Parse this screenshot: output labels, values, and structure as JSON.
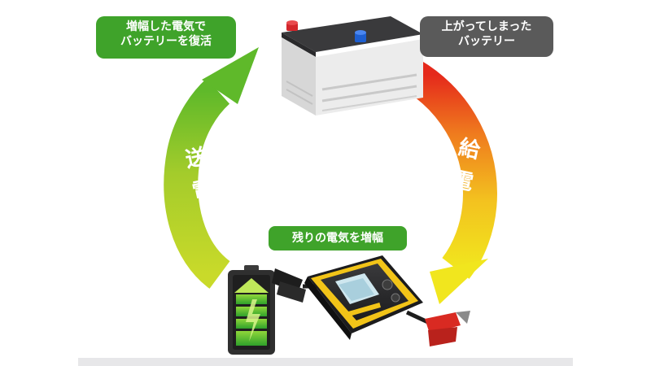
{
  "labels": {
    "amplified": [
      "増幅した電気で",
      "バッテリーを復活"
    ],
    "dead_battery": [
      "上がってしまった",
      "バッテリー"
    ],
    "amplify_rest": "残りの電気を増幅"
  },
  "arrows": {
    "send": "送電",
    "supply": "給電"
  },
  "colors": {
    "green_label": "#3fa32a",
    "dark_label": "#5a5a5a",
    "arrow_green": "#6cc12a",
    "arrow_yellow": "#e8dc1e",
    "arrow_red": "#e5291b",
    "clamp_red": "#d92a22",
    "device_yellow": "#f2c418"
  },
  "icons": {
    "car_battery": "car-battery-icon",
    "charging_battery": "charging-battery-icon",
    "jump_starter": "jump-starter-icon"
  }
}
